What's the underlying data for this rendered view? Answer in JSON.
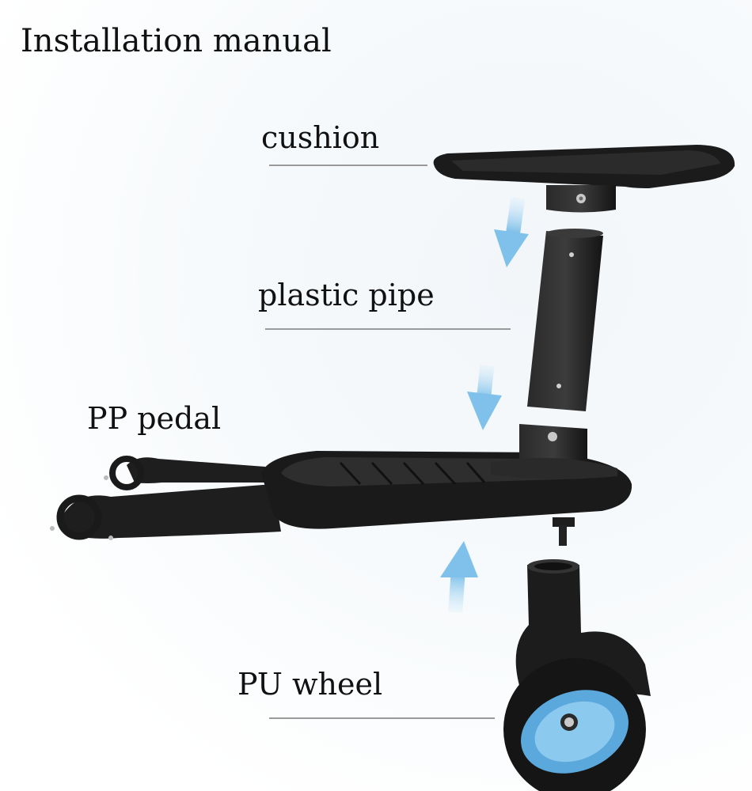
{
  "title": "Installation manual",
  "parts": {
    "cushion": "cushion",
    "pipe": "plastic pipe",
    "pedal": "PP pedal",
    "wheel": "PU wheel"
  },
  "colors": {
    "plastic": "#1b1b1b",
    "arrow": "#8ec9ee",
    "wheel": "#5aa8dc",
    "leader": "#9a9a9a"
  }
}
